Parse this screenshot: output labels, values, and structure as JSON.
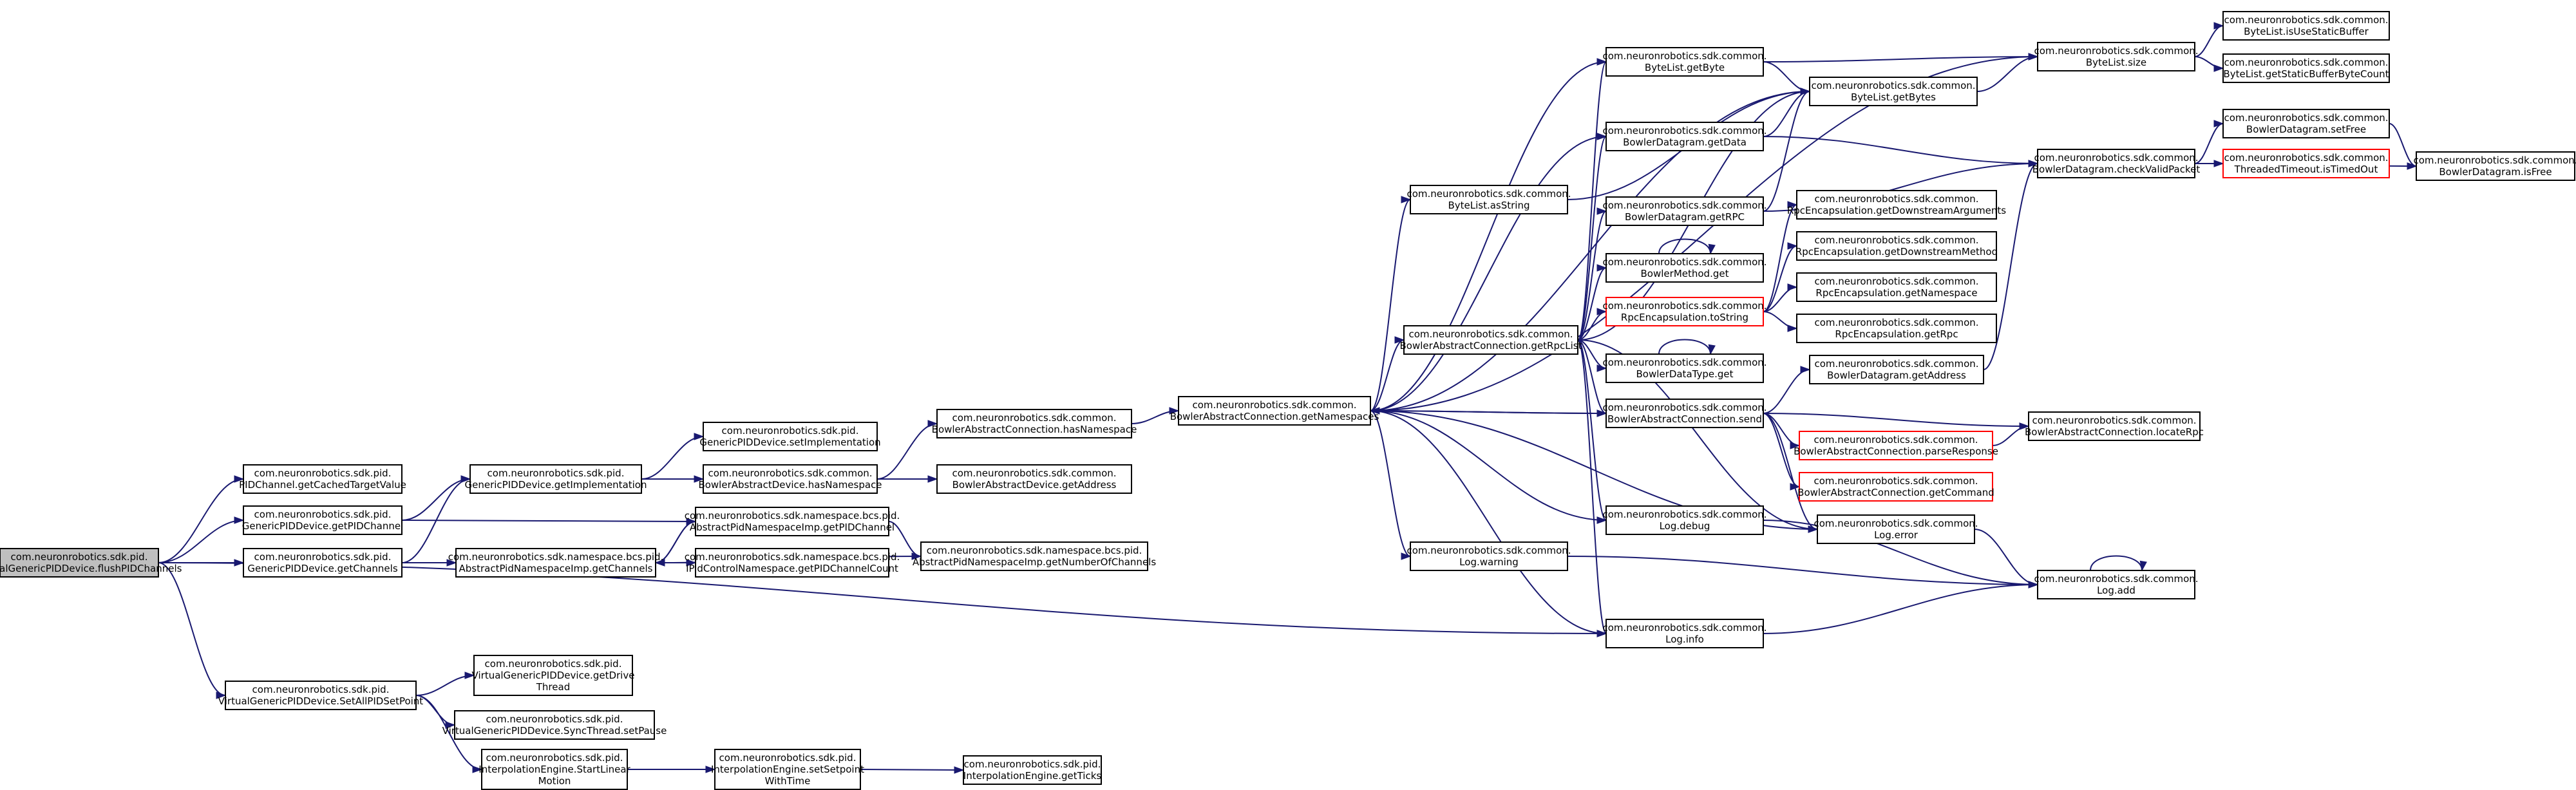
{
  "nodes": [
    {
      "id": "root",
      "lines": [
        "com.neuronrobotics.sdk.pid.",
        "VirtualGenericPIDDevice.flushPIDChannels"
      ],
      "style": "root"
    },
    {
      "id": "getCached",
      "lines": [
        "com.neuronrobotics.sdk.pid.",
        "PIDChannel.getCachedTargetValue"
      ]
    },
    {
      "id": "getPIDChannel",
      "lines": [
        "com.neuronrobotics.sdk.pid.",
        "GenericPIDDevice.getPIDChannel"
      ]
    },
    {
      "id": "getChannels",
      "lines": [
        "com.neuronrobotics.sdk.pid.",
        "GenericPIDDevice.getChannels"
      ]
    },
    {
      "id": "getImpl",
      "lines": [
        "com.neuronrobotics.sdk.pid.",
        "GenericPIDDevice.getImplementation"
      ]
    },
    {
      "id": "setImpl",
      "lines": [
        "com.neuronrobotics.sdk.pid.",
        "GenericPIDDevice.setImplementation"
      ]
    },
    {
      "id": "badHasNs",
      "lines": [
        "com.neuronrobotics.sdk.common.",
        "BowlerAbstractDevice.hasNamespace"
      ]
    },
    {
      "id": "abcHasNs",
      "lines": [
        "com.neuronrobotics.sdk.common.",
        "BowlerAbstractConnection.hasNamespace"
      ]
    },
    {
      "id": "badGetAddr",
      "lines": [
        "com.neuronrobotics.sdk.common.",
        "BowlerAbstractDevice.getAddress"
      ]
    },
    {
      "id": "apniGetChannels",
      "lines": [
        "com.neuronrobotics.sdk.namespace.bcs.pid.",
        "AbstractPidNamespaceImp.getChannels"
      ]
    },
    {
      "id": "apniGetPID",
      "lines": [
        "com.neuronrobotics.sdk.namespace.bcs.pid.",
        "AbstractPidNamespaceImp.getPIDChannel"
      ]
    },
    {
      "id": "ipidCount",
      "lines": [
        "com.neuronrobotics.sdk.namespace.bcs.pid.",
        "IPidControlNamespace.getPIDChannelCount"
      ]
    },
    {
      "id": "apniNum",
      "lines": [
        "com.neuronrobotics.sdk.namespace.bcs.pid.",
        "AbstractPidNamespaceImp.getNumberOfChannels"
      ]
    },
    {
      "id": "abcGetNs",
      "lines": [
        "com.neuronrobotics.sdk.common.",
        "BowlerAbstractConnection.getNamespaces"
      ]
    },
    {
      "id": "byteListAsString",
      "lines": [
        "com.neuronrobotics.sdk.common.",
        "ByteList.asString"
      ]
    },
    {
      "id": "abcGetRpcList",
      "lines": [
        "com.neuronrobotics.sdk.common.",
        "BowlerAbstractConnection.getRpcList"
      ]
    },
    {
      "id": "logWarning",
      "lines": [
        "com.neuronrobotics.sdk.common.",
        "Log.warning"
      ]
    },
    {
      "id": "byteListGetByte",
      "lines": [
        "com.neuronrobotics.sdk.common.",
        "ByteList.getByte"
      ]
    },
    {
      "id": "bdGetData",
      "lines": [
        "com.neuronrobotics.sdk.common.",
        "BowlerDatagram.getData"
      ]
    },
    {
      "id": "bdGetRPC",
      "lines": [
        "com.neuronrobotics.sdk.common.",
        "BowlerDatagram.getRPC"
      ]
    },
    {
      "id": "bmGet",
      "lines": [
        "com.neuronrobotics.sdk.common.",
        "BowlerMethod.get"
      ]
    },
    {
      "id": "rpcToString",
      "lines": [
        "com.neuronrobotics.sdk.common.",
        "RpcEncapsulation.toString"
      ],
      "style": "red"
    },
    {
      "id": "bdtGet",
      "lines": [
        "com.neuronrobotics.sdk.common.",
        "BowlerDataType.get"
      ]
    },
    {
      "id": "abcSend",
      "lines": [
        "com.neuronrobotics.sdk.common.",
        "BowlerAbstractConnection.send"
      ]
    },
    {
      "id": "logDebug",
      "lines": [
        "com.neuronrobotics.sdk.common.",
        "Log.debug"
      ]
    },
    {
      "id": "logInfo",
      "lines": [
        "com.neuronrobotics.sdk.common.",
        "Log.info"
      ]
    },
    {
      "id": "byteListGetBytes",
      "lines": [
        "com.neuronrobotics.sdk.common.",
        "ByteList.getBytes"
      ]
    },
    {
      "id": "rpcGetDownArgs",
      "lines": [
        "com.neuronrobotics.sdk.common.",
        "RpcEncapsulation.getDownstreamArguments"
      ]
    },
    {
      "id": "rpcGetDownMethod",
      "lines": [
        "com.neuronrobotics.sdk.common.",
        "RpcEncapsulation.getDownstreamMethod"
      ]
    },
    {
      "id": "rpcGetNs",
      "lines": [
        "com.neuronrobotics.sdk.common.",
        "RpcEncapsulation.getNamespace"
      ]
    },
    {
      "id": "rpcGetRpc",
      "lines": [
        "com.neuronrobotics.sdk.common.",
        "RpcEncapsulation.getRpc"
      ]
    },
    {
      "id": "bdGetAddress",
      "lines": [
        "com.neuronrobotics.sdk.common.",
        "BowlerDatagram.getAddress"
      ]
    },
    {
      "id": "abcParse",
      "lines": [
        "com.neuronrobotics.sdk.common.",
        "BowlerAbstractConnection.parseResponse"
      ],
      "style": "red"
    },
    {
      "id": "abcGetCommand",
      "lines": [
        "com.neuronrobotics.sdk.common.",
        "BowlerAbstractConnection.getCommand"
      ],
      "style": "red"
    },
    {
      "id": "logError",
      "lines": [
        "com.neuronrobotics.sdk.common.",
        "Log.error"
      ]
    },
    {
      "id": "byteListSize",
      "lines": [
        "com.neuronrobotics.sdk.common.",
        "ByteList.size"
      ]
    },
    {
      "id": "bdCheckValid",
      "lines": [
        "com.neuronrobotics.sdk.common.",
        "BowlerDatagram.checkValidPacket"
      ]
    },
    {
      "id": "abcLocateRpc",
      "lines": [
        "com.neuronrobotics.sdk.common.",
        "BowlerAbstractConnection.locateRpc"
      ]
    },
    {
      "id": "logAdd",
      "lines": [
        "com.neuronrobotics.sdk.common.",
        "Log.add"
      ]
    },
    {
      "id": "blUseStatic",
      "lines": [
        "com.neuronrobotics.sdk.common.",
        "ByteList.isUseStaticBuffer"
      ]
    },
    {
      "id": "blStaticCount",
      "lines": [
        "com.neuronrobotics.sdk.common.",
        "ByteList.getStaticBufferByteCount"
      ]
    },
    {
      "id": "bdSetFree",
      "lines": [
        "com.neuronrobotics.sdk.common.",
        "BowlerDatagram.setFree"
      ]
    },
    {
      "id": "ttIsTimedOut",
      "lines": [
        "com.neuronrobotics.sdk.common.",
        "ThreadedTimeout.isTimedOut"
      ],
      "style": "red"
    },
    {
      "id": "bdIsFree",
      "lines": [
        "com.neuronrobotics.sdk.common.",
        "BowlerDatagram.isFree"
      ]
    },
    {
      "id": "setAllPID",
      "lines": [
        "com.neuronrobotics.sdk.pid.",
        "VirtualGenericPIDDevice.SetAllPIDSetPoint"
      ]
    },
    {
      "id": "getDriveThread",
      "lines": [
        "com.neuronrobotics.sdk.pid.",
        "VirtualGenericPIDDevice.getDrive",
        "Thread"
      ]
    },
    {
      "id": "syncSetPause",
      "lines": [
        "com.neuronrobotics.sdk.pid.",
        "VirtualGenericPIDDevice.SyncThread.setPause"
      ]
    },
    {
      "id": "ieStartLinear",
      "lines": [
        "com.neuronrobotics.sdk.pid.",
        "InterpolationEngine.StartLinear",
        "Motion"
      ]
    },
    {
      "id": "ieSetSetpoint",
      "lines": [
        "com.neuronrobotics.sdk.pid.",
        "InterpolationEngine.setSetpoint",
        "WithTime"
      ]
    },
    {
      "id": "ieGetTicks",
      "lines": [
        "com.neuronrobotics.sdk.pid.",
        "InterpolationEngine.getTicks"
      ]
    }
  ],
  "edges": [
    [
      "root",
      "getCached"
    ],
    [
      "root",
      "getPIDChannel"
    ],
    [
      "root",
      "getChannels"
    ],
    [
      "root",
      "logInfo"
    ],
    [
      "root",
      "setAllPID"
    ],
    [
      "getPIDChannel",
      "getImpl"
    ],
    [
      "getPIDChannel",
      "apniGetPID"
    ],
    [
      "getChannels",
      "getImpl"
    ],
    [
      "getChannels",
      "apniGetChannels"
    ],
    [
      "getImpl",
      "setImpl"
    ],
    [
      "getImpl",
      "badHasNs"
    ],
    [
      "badHasNs",
      "abcHasNs"
    ],
    [
      "badHasNs",
      "badGetAddr"
    ],
    [
      "abcHasNs",
      "abcGetNs"
    ],
    [
      "apniGetChannels",
      "apniGetPID"
    ],
    [
      "apniGetChannels",
      "ipidCount"
    ],
    [
      "apniGetPID",
      "apniGetChannels"
    ],
    [
      "apniGetPID",
      "apniNum"
    ],
    [
      "apniNum",
      "apniGetChannels"
    ],
    [
      "abcGetNs",
      "byteListAsString"
    ],
    [
      "abcGetNs",
      "abcGetRpcList"
    ],
    [
      "abcGetNs",
      "logWarning"
    ],
    [
      "abcGetNs",
      "byteListGetByte"
    ],
    [
      "abcGetNs",
      "bdGetData"
    ],
    [
      "abcGetNs",
      "abcSend"
    ],
    [
      "abcGetNs",
      "logDebug"
    ],
    [
      "abcGetNs",
      "logInfo"
    ],
    [
      "abcGetNs",
      "byteListSize"
    ],
    [
      "abcGetNs",
      "byteListGetBytes"
    ],
    [
      "abcGetNs",
      "logError"
    ],
    [
      "byteListAsString",
      "byteListGetBytes"
    ],
    [
      "abcGetRpcList",
      "byteListGetByte"
    ],
    [
      "abcGetRpcList",
      "bdGetData"
    ],
    [
      "abcGetRpcList",
      "bdGetRPC"
    ],
    [
      "abcGetRpcList",
      "bmGet"
    ],
    [
      "abcGetRpcList",
      "rpcToString"
    ],
    [
      "abcGetRpcList",
      "bdtGet"
    ],
    [
      "abcGetRpcList",
      "abcSend"
    ],
    [
      "abcGetRpcList",
      "logDebug"
    ],
    [
      "abcGetRpcList",
      "logInfo"
    ],
    [
      "abcGetRpcList",
      "logError"
    ],
    [
      "abcGetRpcList",
      "byteListGetBytes"
    ],
    [
      "logWarning",
      "logAdd"
    ],
    [
      "byteListGetByte",
      "byteListSize"
    ],
    [
      "byteListGetByte",
      "byteListGetBytes"
    ],
    [
      "bdGetData",
      "byteListGetBytes"
    ],
    [
      "bdGetData",
      "bdCheckValid"
    ],
    [
      "bdGetRPC",
      "byteListGetBytes"
    ],
    [
      "bdGetRPC",
      "bdCheckValid"
    ],
    [
      "bmGet",
      "bmGet"
    ],
    [
      "bdtGet",
      "bdtGet"
    ],
    [
      "rpcToString",
      "rpcGetDownArgs"
    ],
    [
      "rpcToString",
      "rpcGetDownMethod"
    ],
    [
      "rpcToString",
      "rpcGetNs"
    ],
    [
      "rpcToString",
      "rpcGetRpc"
    ],
    [
      "abcSend",
      "abcGetNs"
    ],
    [
      "abcSend",
      "bdGetAddress"
    ],
    [
      "abcSend",
      "abcParse"
    ],
    [
      "abcSend",
      "abcGetCommand"
    ],
    [
      "abcSend",
      "logError"
    ],
    [
      "abcSend",
      "abcLocateRpc"
    ],
    [
      "abcParse",
      "abcLocateRpc"
    ],
    [
      "logDebug",
      "logAdd"
    ],
    [
      "logInfo",
      "logAdd"
    ],
    [
      "logError",
      "logAdd"
    ],
    [
      "logAdd",
      "logAdd"
    ],
    [
      "byteListGetBytes",
      "byteListSize"
    ],
    [
      "byteListSize",
      "blUseStatic"
    ],
    [
      "byteListSize",
      "blStaticCount"
    ],
    [
      "bdGetAddress",
      "bdCheckValid"
    ],
    [
      "bdCheckValid",
      "bdSetFree"
    ],
    [
      "bdCheckValid",
      "ttIsTimedOut"
    ],
    [
      "bdCheckValid",
      "bdIsFree"
    ],
    [
      "bdSetFree",
      "bdIsFree"
    ],
    [
      "setAllPID",
      "getDriveThread"
    ],
    [
      "setAllPID",
      "syncSetPause"
    ],
    [
      "setAllPID",
      "ieStartLinear"
    ],
    [
      "ieStartLinear",
      "ieSetSetpoint"
    ],
    [
      "ieSetSetpoint",
      "ieGetTicks"
    ]
  ]
}
